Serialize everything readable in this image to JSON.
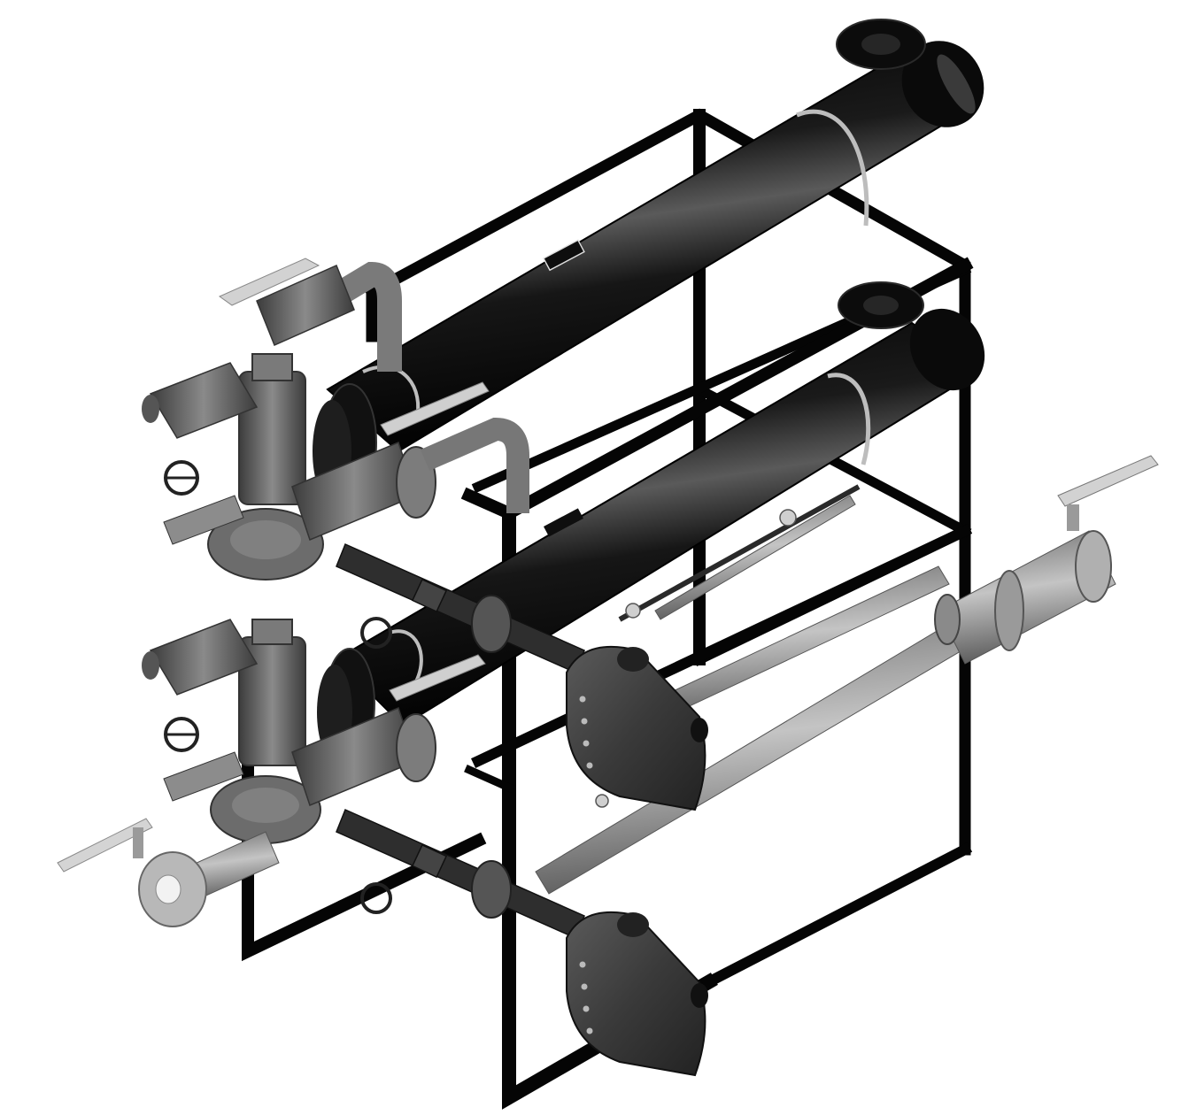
{
  "scene": {
    "kind": "isometric CAD render of a skid-mounted piping assembly",
    "background": "#ffffff",
    "colors": {
      "frame": "#050505",
      "vessel": "#0b0b0b",
      "vessel_highlight": "#5a5a5a",
      "valve_body": "#6e6e6e",
      "valve_dark": "#3a3a3a",
      "pipe_light": "#a8a8a8",
      "handle_light": "#d2d2d2",
      "trap_body": "#474747"
    },
    "nameplates": [
      {
        "id": "plate-top",
        "text": ""
      },
      {
        "id": "plate-lower",
        "text": ""
      }
    ],
    "components": [
      {
        "name": "skid-frame",
        "icon": "frame-icon"
      },
      {
        "name": "upper-heat-exchanger-shell",
        "icon": "cylinder-icon"
      },
      {
        "name": "lower-heat-exchanger-shell",
        "icon": "cylinder-icon"
      },
      {
        "name": "upper-control-valve",
        "icon": "valve-icon"
      },
      {
        "name": "lower-control-valve",
        "icon": "valve-icon"
      },
      {
        "name": "upper-steam-trap",
        "icon": "trap-icon"
      },
      {
        "name": "lower-steam-trap",
        "icon": "trap-icon"
      },
      {
        "name": "inlet-butterfly-valve",
        "icon": "butterfly-valve-icon"
      },
      {
        "name": "outlet-butterfly-valve",
        "icon": "butterfly-valve-icon"
      },
      {
        "name": "handwheel-valve",
        "icon": "handwheel-icon"
      }
    ]
  }
}
